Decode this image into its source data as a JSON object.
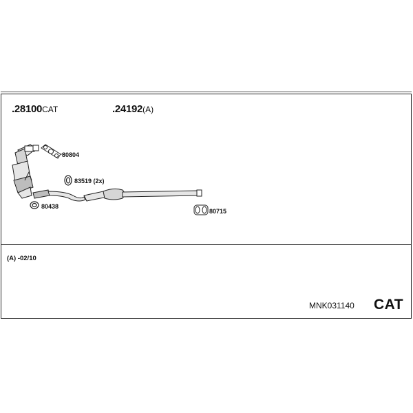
{
  "header": {
    "part1_number": ".28100",
    "part1_suffix": "CAT",
    "part2_number": ".24192",
    "part2_suffix": "(A)"
  },
  "parts": {
    "gasket": "80804",
    "clamp": "83519 (2x)",
    "ring": "80438",
    "hanger": "80715"
  },
  "note": "(A) -02/10",
  "kit_code": "MNK031140",
  "type_label": "CAT",
  "colors": {
    "line": "#222222",
    "fill_light": "#e6e6e6",
    "fill_mid": "#bdbdbd"
  }
}
